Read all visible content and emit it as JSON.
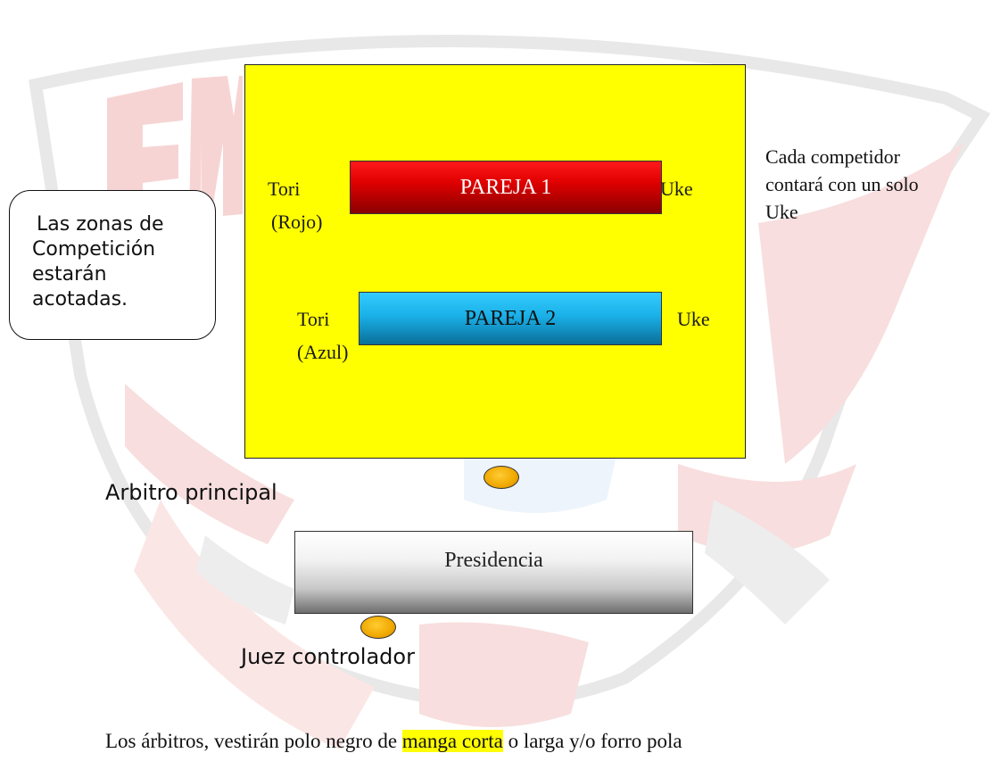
{
  "diagram": {
    "zone_note": [
      "Las zonas de",
      "Competición",
      "estarán",
      "acotadas."
    ],
    "pair1": {
      "label": "PAREJA 1",
      "tori": "Tori",
      "tori_color": "(Rojo)",
      "uke": "Uke"
    },
    "pair2": {
      "label": "PAREJA 2",
      "tori": "Tori",
      "tori_color": "(Azul)",
      "uke": "Uke"
    },
    "side_note": [
      "Cada competidor",
      "contará con un solo",
      "Uke"
    ],
    "main_referee": "Arbitro principal",
    "presidency": "Presidencia",
    "controller_judge": "Juez controlador"
  },
  "paragraph": {
    "before": "Los árbitros, vestirán polo negro de ",
    "highlight": "manga corta",
    "after": " o larga y/o forro pola"
  },
  "colors": {
    "mat": "#ffff00",
    "pair1": "#e00000",
    "pair2": "#1ab0e8",
    "presidency": "#c8c8c8",
    "referee_marker": "#f0a800",
    "watermark_red": "#f4c6c6"
  }
}
